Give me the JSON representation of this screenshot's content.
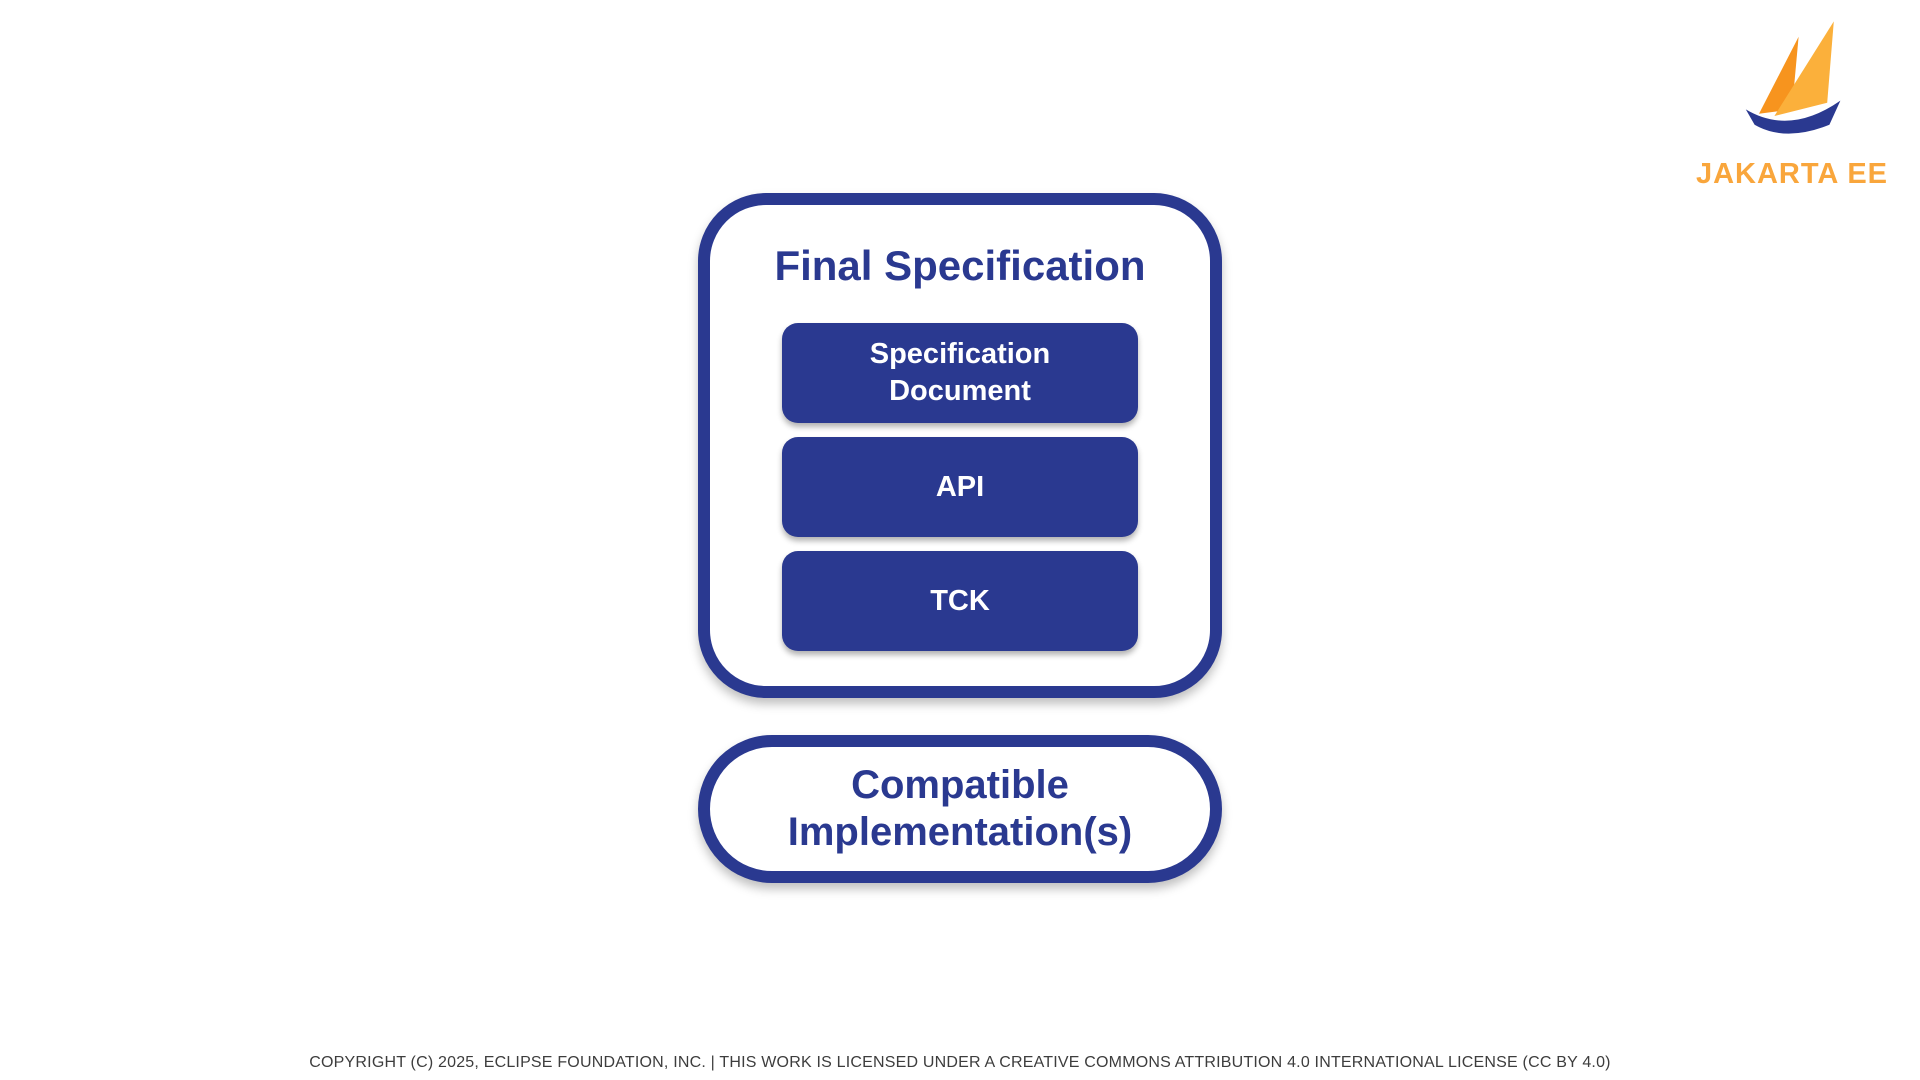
{
  "colors": {
    "brand_blue": "#2A3990",
    "sail_light": "#FBB03B",
    "sail_dark": "#F7941E",
    "logo_text": "#F9A63C",
    "footer_text": "#3D3D3D"
  },
  "logo": {
    "brand": "JAKARTA EE"
  },
  "diagram": {
    "container_title": "Final Specification",
    "boxes": [
      {
        "label": "Specification Document"
      },
      {
        "label": "API"
      },
      {
        "label": "TCK"
      }
    ],
    "pill_label": "Compatible Implementation(s)"
  },
  "footer": {
    "copyright": "COPYRIGHT (C) 2025, ECLIPSE FOUNDATION, INC. | THIS WORK IS LICENSED UNDER A CREATIVE COMMONS ATTRIBUTION 4.0 INTERNATIONAL LICENSE (CC BY 4.0)"
  }
}
